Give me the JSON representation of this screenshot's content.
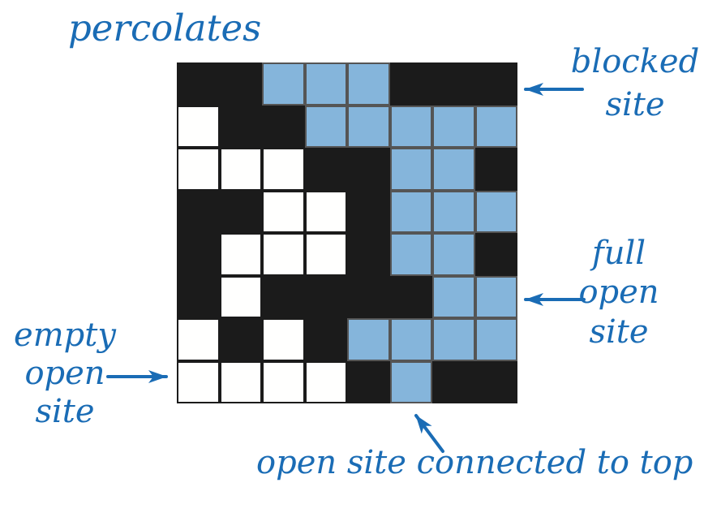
{
  "colors": {
    "label_blue": "#1a6cb5",
    "full_site_blue": "#85b5db",
    "blocked_black": "#1b1b1b",
    "empty_white": "#fffffe",
    "blue_cell_border": "#555555",
    "background": "#ffffff"
  },
  "labels": {
    "title": "percolates",
    "blocked_site": {
      "lines": [
        "blocked",
        "site"
      ]
    },
    "full_open_site": {
      "lines": [
        "full",
        "open",
        "site"
      ]
    },
    "empty_open_site": {
      "lines": [
        "empty",
        "open",
        "site"
      ]
    },
    "connected_note": "open site connected to top"
  },
  "grid": {
    "rows": 8,
    "cols": 8,
    "cell_types": {
      "b": "blocked site",
      "e": "empty open site",
      "f": "full open site (connected to top)"
    },
    "cells": [
      "bbfffbbb",
      "ebbfffff",
      "eeebbffb",
      "bbeebfff",
      "beeebffb",
      "bebbbbff",
      "ebebffff",
      "eeeebfbb"
    ]
  }
}
